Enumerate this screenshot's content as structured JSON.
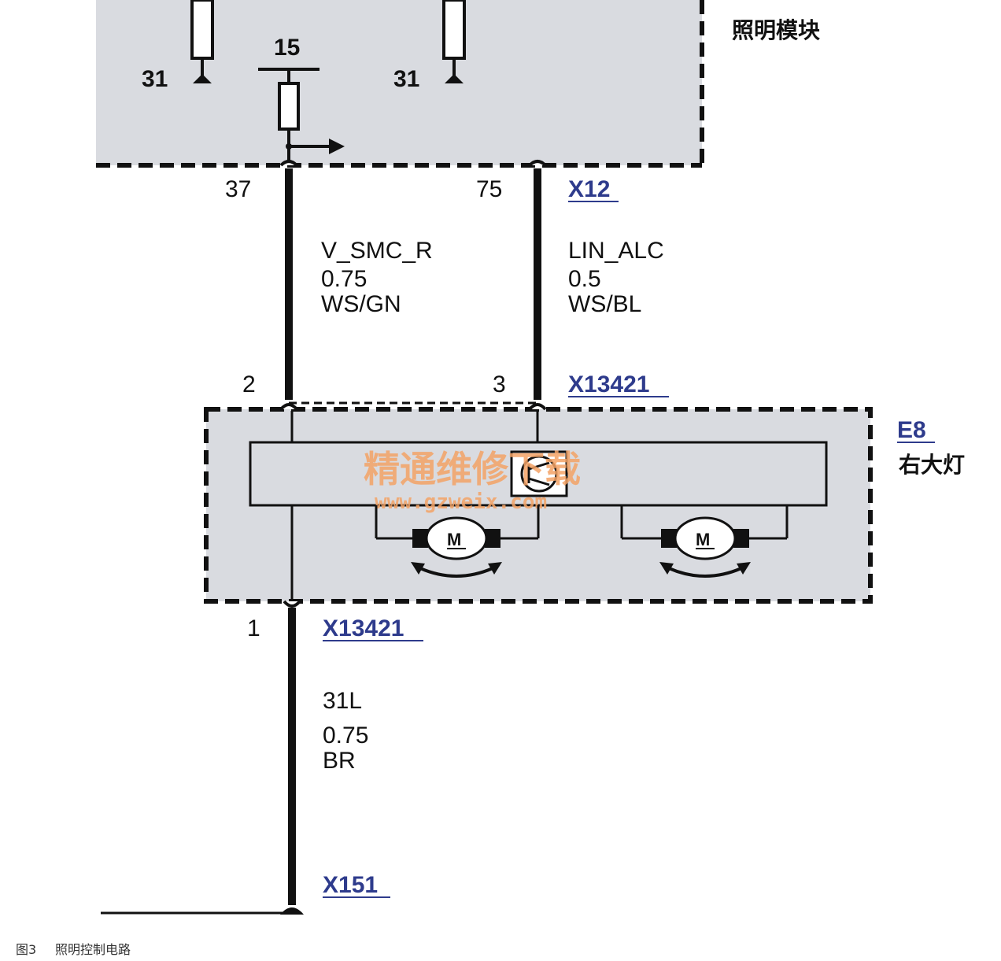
{
  "lighting_module": {
    "name": "照明模块",
    "ground_left": "31",
    "ground_right": "31",
    "terminal_15": "15",
    "pin_37": "37",
    "pin_75": "75",
    "connector": "X12"
  },
  "wire_left": {
    "signal": "V_SMC_R",
    "gauge": "0.75",
    "color": "WS/GN"
  },
  "wire_right": {
    "signal": "LIN_ALC",
    "gauge": "0.5",
    "color": "WS/BL"
  },
  "headlight": {
    "code": "E8",
    "name": "右大灯",
    "pin_2": "2",
    "pin_3": "3",
    "pin_1": "1",
    "connector_top": "X13421",
    "connector_bottom": "X13421",
    "motor_label": "M"
  },
  "wire_ground": {
    "signal": "31L",
    "gauge": "0.75",
    "color": "BR"
  },
  "ground_connector": "X151",
  "watermark": {
    "text": "精通维修下载",
    "url": "www.gzweix.com"
  },
  "caption": {
    "figure": "图3",
    "title": "照明控制电路"
  },
  "colors": {
    "module_fill": "#d9dbe0",
    "connector_blue": "#2e3b8c",
    "watermark": "#f4a366"
  }
}
